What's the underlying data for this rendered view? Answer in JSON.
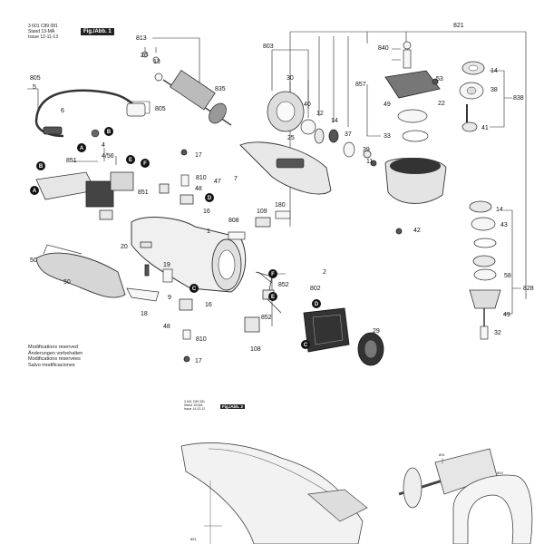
{
  "doc1": {
    "doc_number": "3 601 C89 081",
    "stand_label": "Stand",
    "stand_value": "13-MÄ",
    "issue_label": "Issue",
    "issue_value": "12-11-13",
    "fig_label": "Fig./Abb. 1",
    "modifications": [
      "Modifications reserved",
      "Änderungen vorbehalten",
      "Modifications réservées",
      "Salvo modificaciones"
    ]
  },
  "doc2": {
    "doc_number": "3 601 C89 081",
    "stand_line": "Stand 15-MÄ",
    "issue_line": "Issue 14-02-12",
    "fig_label": "Fig./Abb. 2"
  },
  "callouts": {
    "p813": "813",
    "p26": "26",
    "p13": "13",
    "p835": "835",
    "p803": "803",
    "p821": "821",
    "p840": "840",
    "p857": "857",
    "p53": "53",
    "p14a": "14",
    "p38": "38",
    "p838": "838",
    "p805a": "805",
    "p5": "5",
    "p6": "6",
    "p805b": "805",
    "p30": "30",
    "p40": "40",
    "p12": "12",
    "p14b": "14",
    "p49a": "49",
    "p22": "22",
    "p41": "41",
    "p4": "4",
    "p456": "4/56",
    "p851a": "851",
    "p25": "25",
    "p37": "37",
    "p33": "33",
    "p39": "39",
    "p11": "11",
    "p17a": "17",
    "p810a": "810",
    "p47": "47",
    "p7": "7",
    "p48a": "48",
    "p851b": "851",
    "p16a": "16",
    "p180": "180",
    "p109": "109",
    "p808": "808",
    "p1": "1",
    "p14c": "14",
    "p43": "43",
    "p42": "42",
    "p20": "20",
    "p19": "19",
    "p2": "2",
    "p852a": "852",
    "p802": "802",
    "p58": "58",
    "p50a": "50",
    "p50b": "50",
    "p18": "18",
    "p9": "9",
    "p16b": "16",
    "p852b": "852",
    "p828": "828",
    "p49b": "49",
    "p48b": "48",
    "p810b": "810",
    "p108": "108",
    "p29": "29",
    "p32": "32",
    "p17b": "17",
    "p891": "891",
    "p893": "893",
    "p851c": "851"
  },
  "markers": {
    "A": "A",
    "B": "B",
    "C": "C",
    "D": "D",
    "E": "E",
    "F": "F"
  }
}
